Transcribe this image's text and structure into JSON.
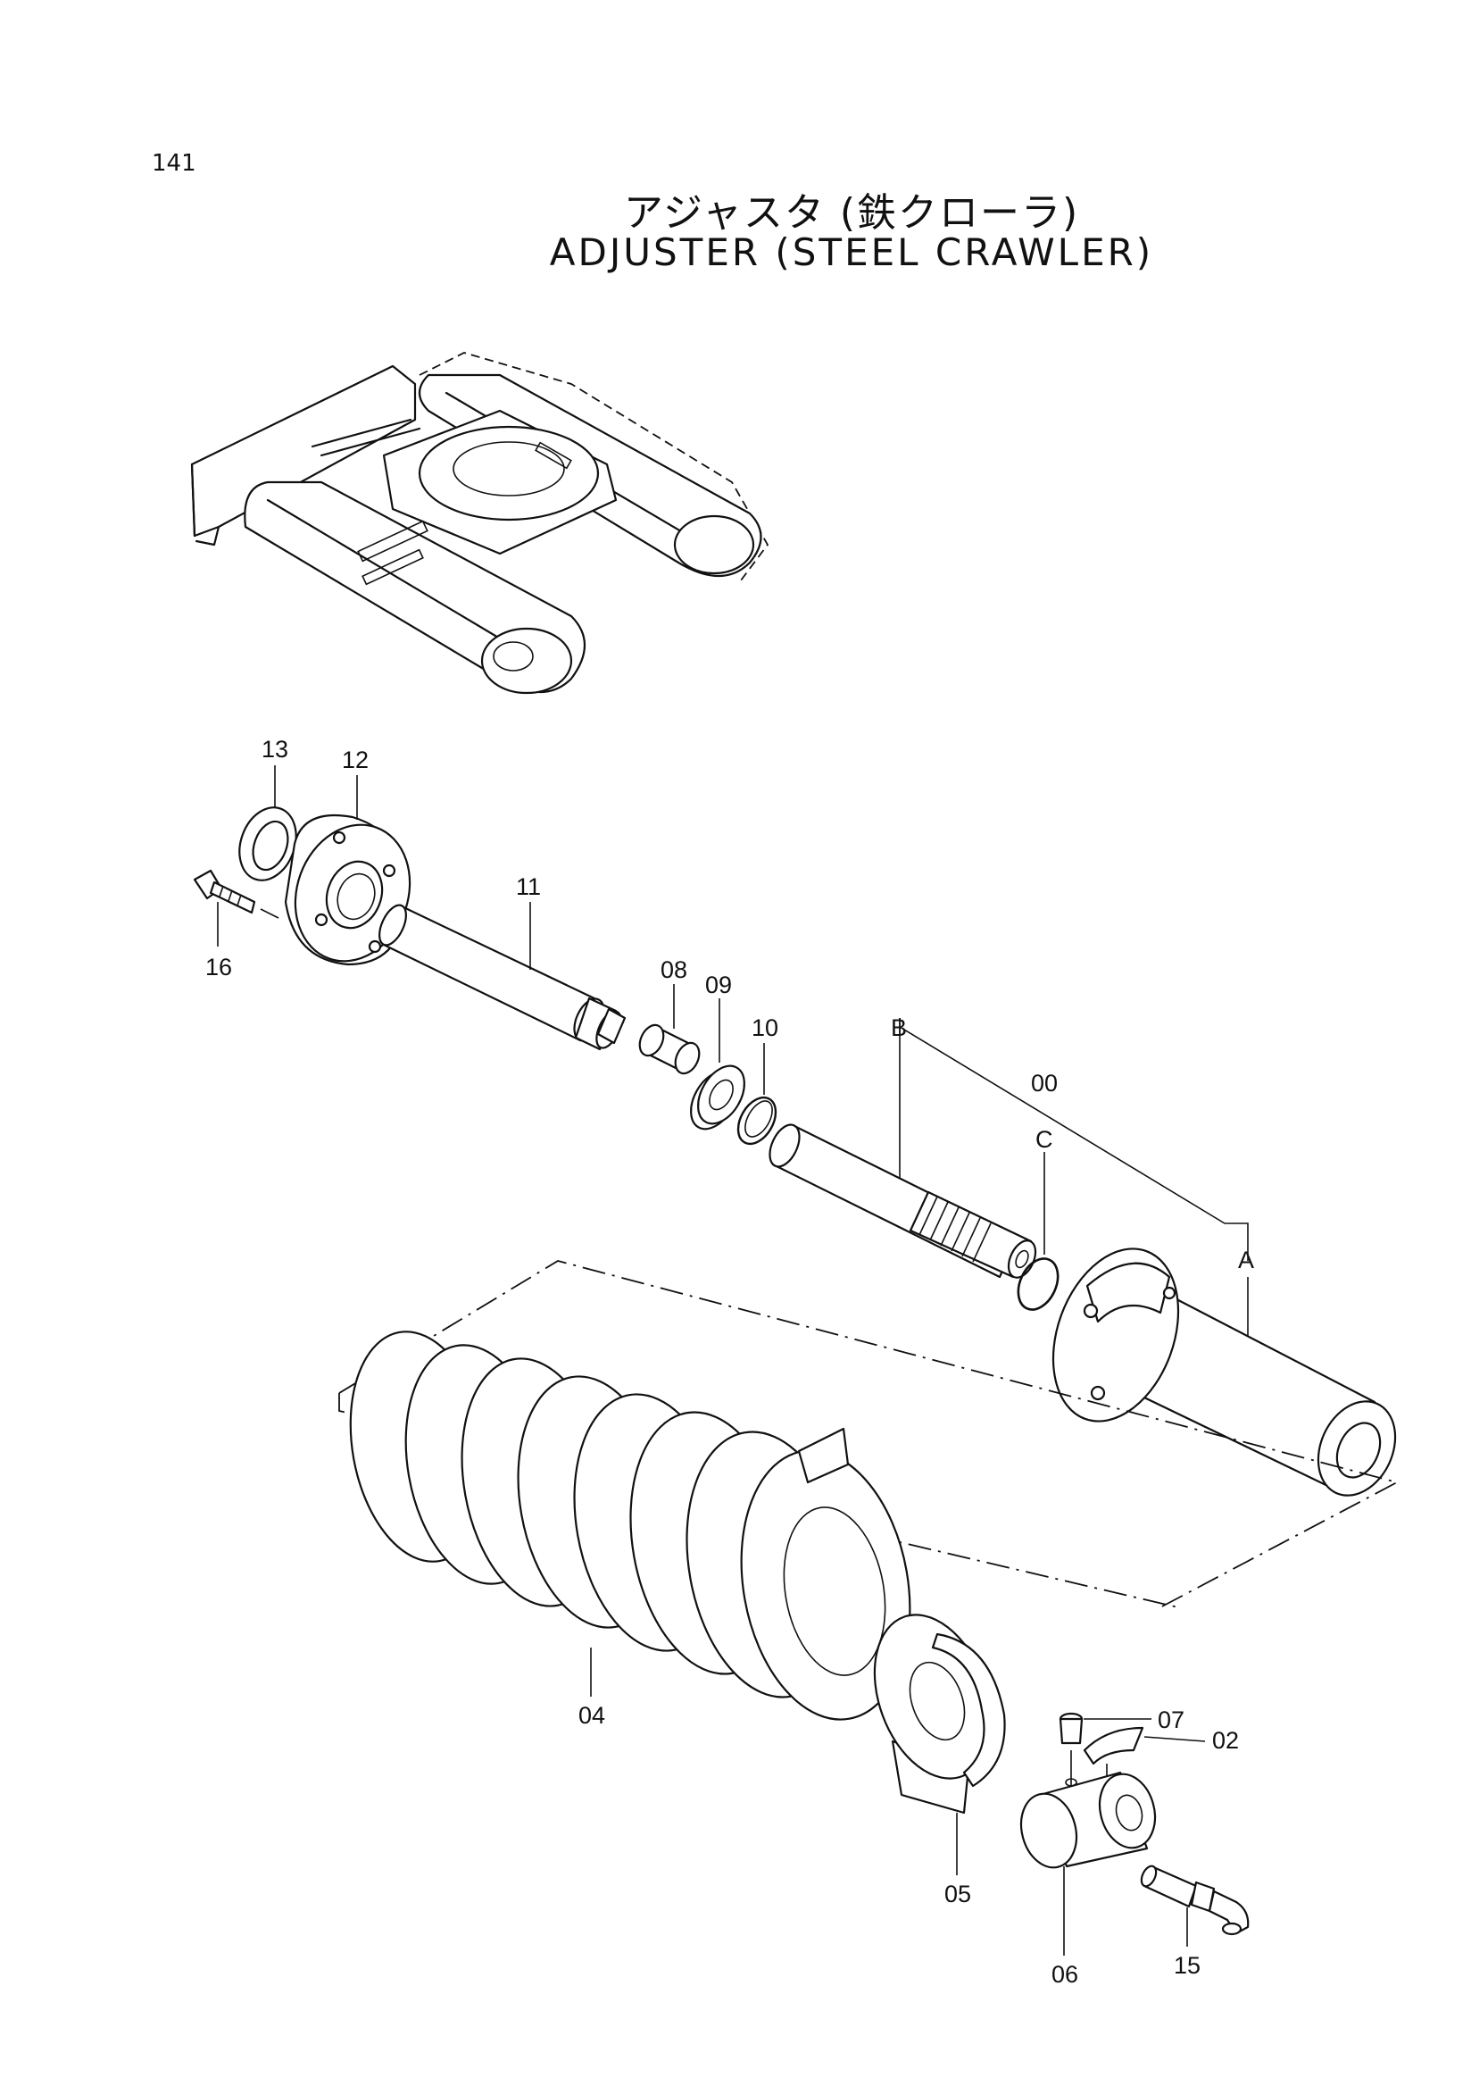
{
  "page": {
    "number": "141"
  },
  "title": {
    "japanese": "アジャスタ (鉄クローラ)",
    "english": "ADJUSTER (STEEL CRAWLER)"
  },
  "callouts": [
    {
      "id": "13",
      "label": "13"
    },
    {
      "id": "12",
      "label": "12"
    },
    {
      "id": "16",
      "label": "16"
    },
    {
      "id": "11",
      "label": "11"
    },
    {
      "id": "08",
      "label": "08"
    },
    {
      "id": "09",
      "label": "09"
    },
    {
      "id": "10",
      "label": "10"
    },
    {
      "id": "B",
      "label": "B"
    },
    {
      "id": "00",
      "label": "00"
    },
    {
      "id": "C",
      "label": "C"
    },
    {
      "id": "A",
      "label": "A"
    },
    {
      "id": "04",
      "label": "04"
    },
    {
      "id": "07",
      "label": "07"
    },
    {
      "id": "02",
      "label": "02"
    },
    {
      "id": "05",
      "label": "05"
    },
    {
      "id": "06",
      "label": "06"
    },
    {
      "id": "15",
      "label": "15"
    }
  ]
}
